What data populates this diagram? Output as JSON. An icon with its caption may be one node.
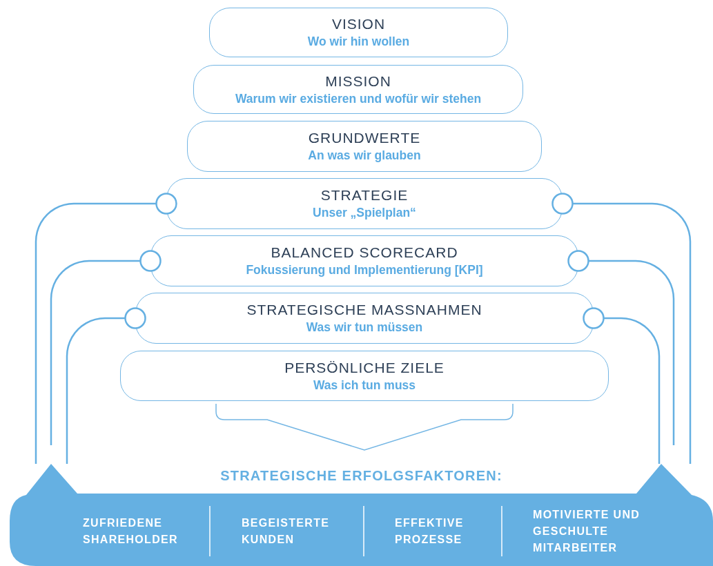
{
  "diagram": {
    "nodes": [
      {
        "text": [
          "VISION",
          "Wo wir hin wollen"
        ]
      },
      {
        "text": [
          "MISSION",
          "Warum wir existieren und wofür wir stehen"
        ]
      },
      {
        "text": [
          "GRUNDWERTE",
          "An was wir glauben"
        ]
      },
      {
        "text": [
          "STRATEGIE",
          "Unser „Spielplan“"
        ]
      },
      {
        "text": [
          "BALANCED SCORECARD",
          "Fokussierung und Implementierung [KPI]"
        ]
      },
      {
        "text": [
          "STRATEGISCHE MASSNAHMEN",
          "Was wir tun müssen"
        ]
      },
      {
        "text": [
          "PERSÖNLICHE ZIELE",
          "Was ich tun muss"
        ]
      },
      {
        "text": [
          "STRATEGISCHE ERFOLGSFAKTOREN:"
        ]
      },
      {
        "text": [
          "ZUFRIEDENE SHAREHOLDER"
        ],
        "in": 7
      },
      {
        "text": [
          "BEGEISTERTE KUNDEN"
        ],
        "in": 7
      },
      {
        "text": [
          "EFFEKTIVE PROZESSE"
        ],
        "in": 7
      },
      {
        "text": [
          "MOTIVIERTE UND GESCHULTE MITARBEITER"
        ],
        "in": 7
      }
    ],
    "edges": [
      {
        "from": 3,
        "to": 7,
        "arrow": "other"
      },
      {
        "from": 3,
        "to": 7,
        "arrow": "other"
      },
      {
        "from": 4,
        "to": 7,
        "arrow": "other"
      },
      {
        "from": 4,
        "to": 7,
        "arrow": "other"
      },
      {
        "from": 5,
        "to": 7,
        "arrow": "other"
      },
      {
        "from": 5,
        "to": 7,
        "arrow": "other"
      }
    ]
  }
}
